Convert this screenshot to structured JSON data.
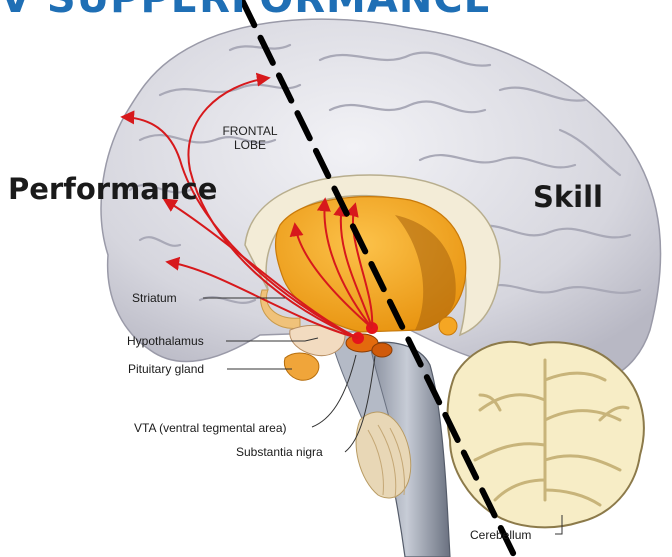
{
  "title": "V SUPPERFORMANCE",
  "left_heading": "Performance",
  "right_heading": "Skill",
  "frontal_lobe": [
    "FRONTAL",
    "LOBE"
  ],
  "labels": {
    "striatum": "Striatum",
    "hypothalamus": "Hypothalamus",
    "pituitary": "Pituitary gland",
    "vta": "VTA (ventral tegmental area)",
    "substantia": "Substantia nigra",
    "cerebellum": "Cerebellum"
  },
  "colors": {
    "title": "#1f6fb5",
    "pathway": "#d7191c",
    "dashed_line": "#000000",
    "striatum": "#f5a623",
    "cortex": "#dcdce2"
  }
}
